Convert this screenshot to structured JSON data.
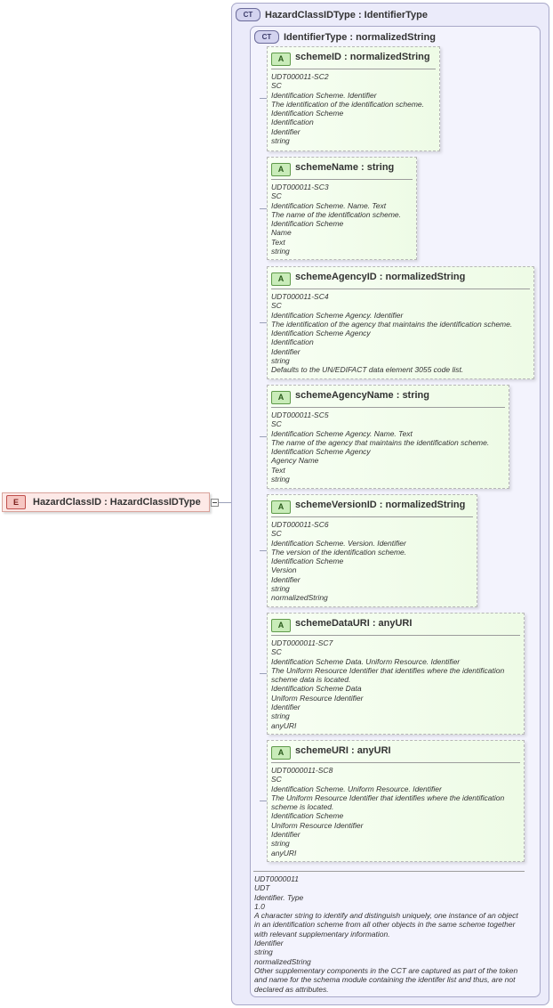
{
  "element": {
    "tag": "E",
    "label": "HazardClassID : HazardClassIDType"
  },
  "outer_type": {
    "tag": "CT",
    "title": "HazardClassIDType : IdentifierType"
  },
  "inner_type": {
    "tag": "CT",
    "title": "IdentifierType : normalizedString",
    "doc": [
      "UDT0000011",
      "UDT",
      "Identifier. Type",
      "1.0",
      "A character string to identify and distinguish uniquely, one instance of an object in an identification scheme from all other objects in the same scheme together with relevant supplementary information.",
      "Identifier",
      "string",
      "normalizedString",
      "Other supplementary components in the CCT are captured as part of the token and name for the schema module containing the identifer list and thus, are not declared as attributes."
    ]
  },
  "attributes": [
    {
      "tag": "A",
      "title": "schemeID : normalizedString",
      "doc": [
        "UDT000011-SC2",
        "SC",
        "Identification Scheme. Identifier",
        "The identification of the identification scheme.",
        "Identification Scheme",
        "Identification",
        "Identifier",
        "string"
      ]
    },
    {
      "tag": "A",
      "title": "schemeName : string",
      "doc": [
        "UDT000011-SC3",
        "SC",
        "Identification Scheme. Name. Text",
        "The name of the identification scheme.",
        "Identification Scheme",
        "Name",
        "Text",
        "string"
      ]
    },
    {
      "tag": "A",
      "title": "schemeAgencyID : normalizedString",
      "doc": [
        "UDT000011-SC4",
        "SC",
        "Identification Scheme Agency. Identifier",
        "The identification of the agency that maintains the identification scheme.",
        "Identification Scheme Agency",
        "Identification",
        "Identifier",
        "string",
        "Defaults to the UN/EDIFACT data element 3055 code list."
      ]
    },
    {
      "tag": "A",
      "title": "schemeAgencyName : string",
      "doc": [
        "UDT000011-SC5",
        "SC",
        "Identification Scheme Agency. Name. Text",
        "The name of the agency that maintains the identification scheme.",
        "Identification Scheme Agency",
        "Agency Name",
        "Text",
        "string"
      ]
    },
    {
      "tag": "A",
      "title": "schemeVersionID : normalizedString",
      "doc": [
        "UDT000011-SC6",
        "SC",
        "Identification Scheme. Version. Identifier",
        "The version of the identification scheme.",
        "Identification Scheme",
        "Version",
        "Identifier",
        "string",
        "normalizedString"
      ]
    },
    {
      "tag": "A",
      "title": "schemeDataURI : anyURI",
      "doc": [
        "UDT0000011-SC7",
        "SC",
        "Identification Scheme Data. Uniform Resource. Identifier",
        "The Uniform Resource Identifier that identifies where the identification scheme data is located.",
        "Identification Scheme Data",
        "Uniform Resource Identifier",
        "Identifier",
        "string",
        "anyURI"
      ]
    },
    {
      "tag": "A",
      "title": "schemeURI : anyURI",
      "doc": [
        "UDT0000011-SC8",
        "SC",
        "Identification Scheme. Uniform Resource. Identifier",
        "The Uniform Resource Identifier that identifies where the identification scheme is located.",
        "Identification Scheme",
        "Uniform Resource Identifier",
        "Identifier",
        "string",
        "anyURI"
      ]
    }
  ]
}
